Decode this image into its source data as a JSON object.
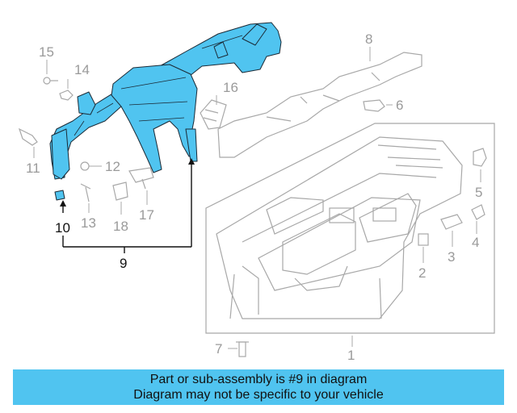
{
  "diagram": {
    "callouts": [
      {
        "id": "1",
        "label": "1"
      },
      {
        "id": "2",
        "label": "2"
      },
      {
        "id": "3",
        "label": "3"
      },
      {
        "id": "4",
        "label": "4"
      },
      {
        "id": "5",
        "label": "5"
      },
      {
        "id": "6",
        "label": "6"
      },
      {
        "id": "7",
        "label": "7"
      },
      {
        "id": "8",
        "label": "8"
      },
      {
        "id": "9",
        "label": "9"
      },
      {
        "id": "10",
        "label": "10"
      },
      {
        "id": "11",
        "label": "11"
      },
      {
        "id": "12",
        "label": "12"
      },
      {
        "id": "13",
        "label": "13"
      },
      {
        "id": "14",
        "label": "14"
      },
      {
        "id": "15",
        "label": "15"
      },
      {
        "id": "16",
        "label": "16"
      },
      {
        "id": "17",
        "label": "17"
      },
      {
        "id": "18",
        "label": "18"
      }
    ],
    "highlight_color": "#50c4f0",
    "line_color": "#9a9a9a"
  },
  "banner": {
    "line1": "Part or sub-assembly is #9 in diagram",
    "line2": "Diagram may not be specific to your vehicle"
  }
}
